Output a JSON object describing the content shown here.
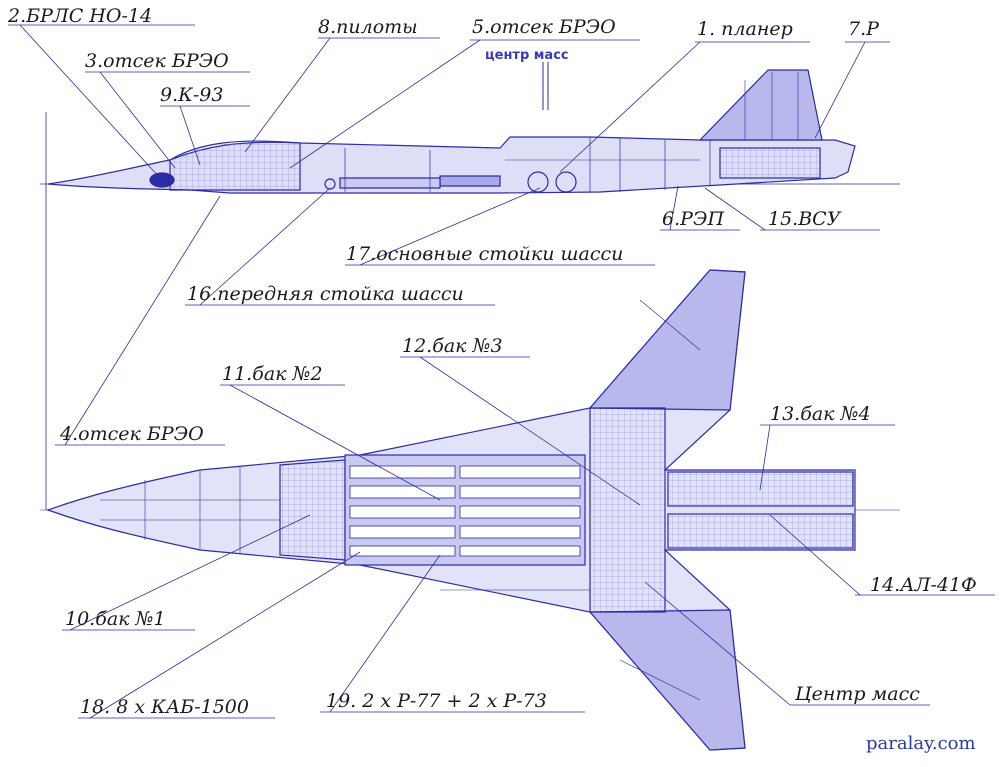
{
  "diagram": {
    "labels": {
      "l2": "2.БРЛС НО-14",
      "l8": "8.пилоты",
      "l5": "5.отсек БРЭО",
      "l1": "1. планер",
      "l7": "7.Р",
      "l3": "3.отсек БРЭО",
      "l9": "9.К-93",
      "l6": "6.РЭП",
      "l15": "15.ВСУ",
      "l17": "17.основные стойки шасси",
      "l16": "16.передняя стойка шасси",
      "l12": "12.бак №3",
      "l11": "11.бак №2",
      "l4": "4.отсек БРЭО",
      "l13": "13.бак №4",
      "l14": "14.АЛ-41Ф",
      "l10": "10.бак №1",
      "lcm": "Центр масс",
      "l18": "18. 8 х КАБ-1500",
      "l19": "19. 2 х Р-77 + 2 х Р-73"
    },
    "center_of_mass_caption": "центр масс",
    "watermark": "paralay.com",
    "colors": {
      "line": "#2c2ca8",
      "fill": "#c9c9f2",
      "fill_dark": "#a9a9e6",
      "text": "#1b1b1b"
    }
  }
}
